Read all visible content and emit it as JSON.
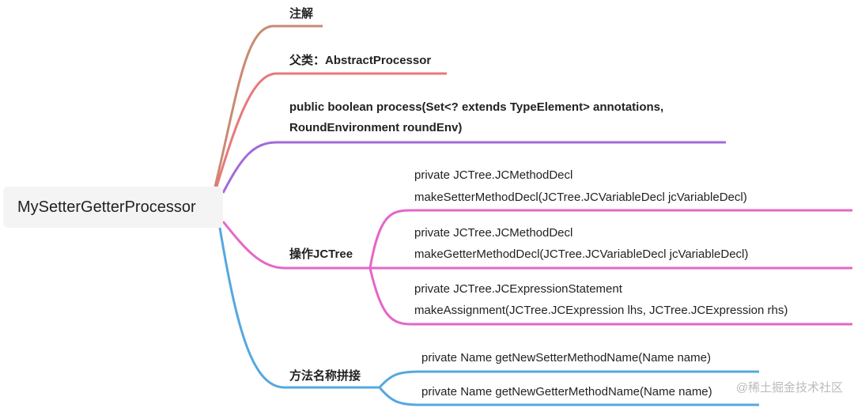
{
  "root": {
    "label": "MySetterGetterProcessor"
  },
  "branches": {
    "annotation": {
      "label": "注解"
    },
    "parent": {
      "label": "父类：AbstractProcessor"
    },
    "process": {
      "line1": "public boolean process(Set<? extends TypeElement> annotations,",
      "line2": "RoundEnvironment roundEnv)"
    },
    "jctree": {
      "label": "操作JCTree",
      "children": [
        {
          "line1": "private JCTree.JCMethodDecl",
          "line2": "makeSetterMethodDecl(JCTree.JCVariableDecl jcVariableDecl)"
        },
        {
          "line1": "private JCTree.JCMethodDecl",
          "line2": "makeGetterMethodDecl(JCTree.JCVariableDecl jcVariableDecl)"
        },
        {
          "line1": "private JCTree.JCExpressionStatement",
          "line2": "makeAssignment(JCTree.JCExpression lhs, JCTree.JCExpression rhs)"
        }
      ]
    },
    "naming": {
      "label": "方法名称拼接",
      "children": [
        {
          "label": "private Name getNewSetterMethodName(Name name)"
        },
        {
          "label": "private Name getNewGetterMethodName(Name name)"
        }
      ]
    }
  },
  "watermark": "@稀土掘金技术社区",
  "colors": {
    "annotation": "#c98a72",
    "parent": "#e9787a",
    "process": "#a26bd9",
    "jctree": "#e566c8",
    "naming": "#54a8e0"
  }
}
